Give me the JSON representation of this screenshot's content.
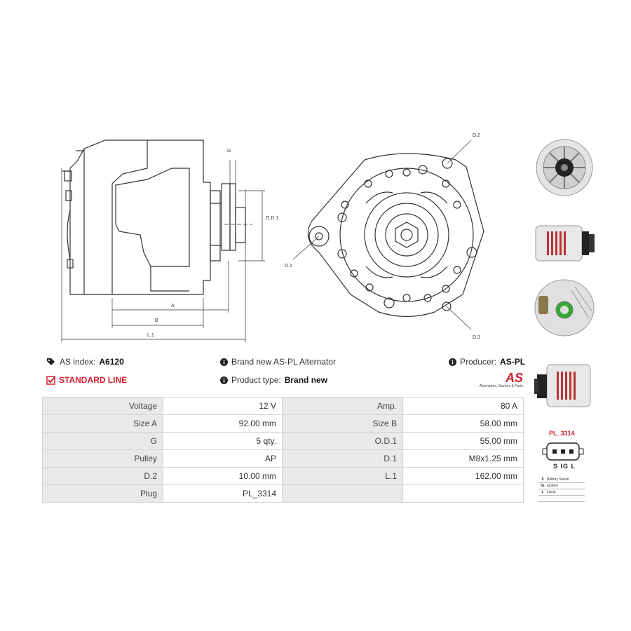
{
  "header": {
    "as_index_label": "AS index:",
    "as_index_value": "A6120",
    "line_label": "STANDARD LINE",
    "description": "Brand new AS-PL Alternator",
    "product_type_label": "Product type:",
    "product_type_value": "Brand new",
    "producer_label": "Producer:",
    "producer_value": "AS-PL"
  },
  "logo": {
    "mark": "AS",
    "tagline": "Alternators, Starters & Parts"
  },
  "drawing_labels": {
    "g": "G",
    "od1": "O.D.1",
    "a": "A",
    "b": "B",
    "l1": "L.1",
    "d1": "D.1",
    "d2": "D.2",
    "d3": "D.3"
  },
  "specs": [
    {
      "label": "Voltage",
      "value": "12 V",
      "label2": "Amp.",
      "value2": "80 A"
    },
    {
      "label": "Size A",
      "value": "92.00 mm",
      "label2": "Size B",
      "value2": "58.00 mm"
    },
    {
      "label": "G",
      "value": "5 qty.",
      "label2": "O.D.1",
      "value2": "55.00 mm"
    },
    {
      "label": "Pulley",
      "value": "AP",
      "label2": "D.1",
      "value2": "M8x1.25 mm"
    },
    {
      "label": "D.2",
      "value": "10.00 mm",
      "label2": "L.1",
      "value2": "162.00 mm"
    },
    {
      "label": "Plug",
      "value": "PL_3314",
      "label2": "",
      "value2": ""
    }
  ],
  "plug": {
    "name": "PL_3314",
    "pins": "S IG L",
    "legend": [
      {
        "key": "S",
        "desc": "Battery Sense"
      },
      {
        "key": "IG",
        "desc": "Ignition"
      },
      {
        "key": "L",
        "desc": "Lamp"
      }
    ]
  },
  "colors": {
    "accent": "#d0202f",
    "table_label_bg": "#e9e9e9",
    "line": "#333333"
  }
}
